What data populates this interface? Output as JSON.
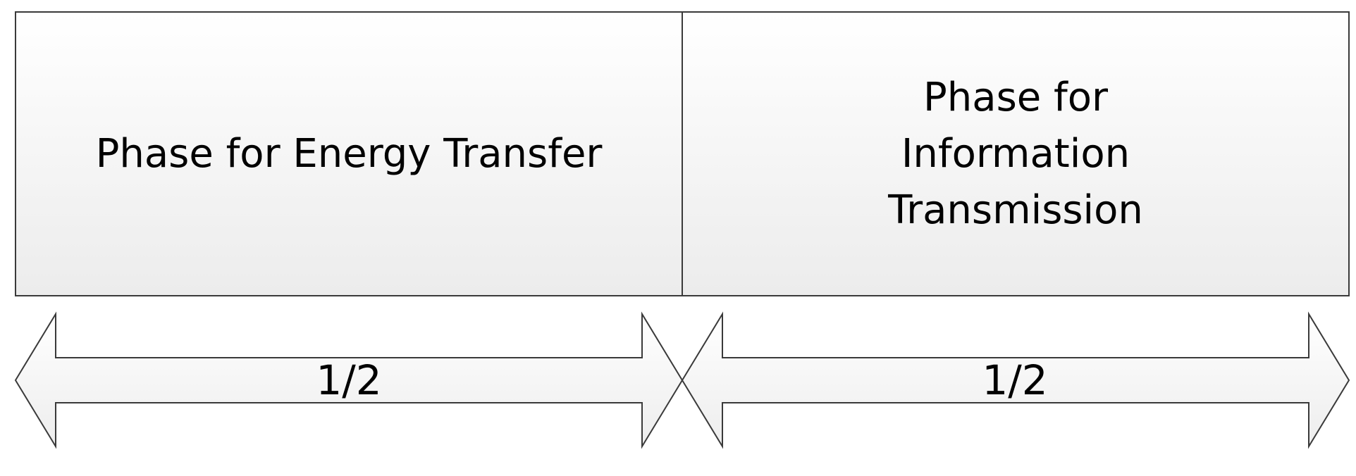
{
  "phases": [
    {
      "label": "Phase for Energy Transfer",
      "duration_fraction": "1/2"
    },
    {
      "label": "Phase for Information Transmission",
      "duration_fraction": "1/2"
    }
  ],
  "colors": {
    "box_fill_top": "#ffffff",
    "box_fill_bottom": "#ececec",
    "outline": "#3a3a3a",
    "text": "#000000"
  }
}
